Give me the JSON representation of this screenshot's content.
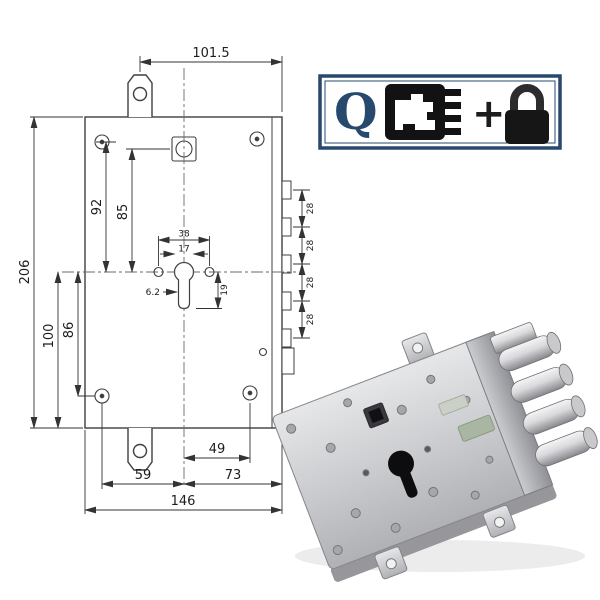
{
  "drawing": {
    "dims": {
      "top_width": "101.5",
      "overall_height": "206",
      "hole_to_center": "92",
      "follower_to_center": "85",
      "center_to_bottom": "100",
      "center_to_bottom_holes": "86",
      "screw_spacing": "38",
      "cylinder_width": "17",
      "stem_offset": "6.2",
      "cylinder_stem": "19",
      "pitch": [
        "28",
        "28",
        "28",
        "28"
      ],
      "center_to_hole": "49",
      "center_to_right_edge": "73",
      "left_hole_to_center": "59",
      "overall_width": "146"
    }
  },
  "badge": {
    "letter": "Q",
    "plus": "+",
    "border_color": "#27496d"
  },
  "colors": {
    "line": "#3f3f3f",
    "navy": "#27496d"
  }
}
